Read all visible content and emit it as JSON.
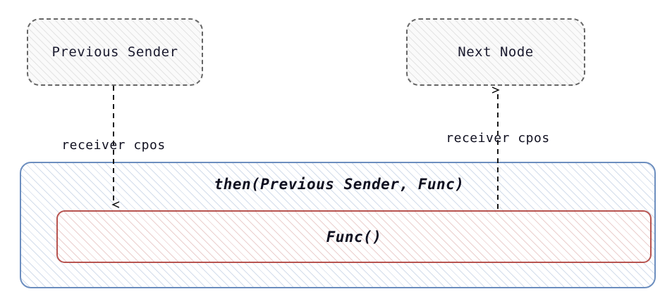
{
  "diagram": {
    "title_text": "then(Previous Sender, Func)",
    "colors": {
      "blue_border": "#6c8ebf",
      "red_border": "#b85450",
      "dashed_border": "#666666",
      "text": "#101020",
      "background": "#ffffff"
    },
    "nodes": {
      "previous_sender": {
        "label": "Previous Sender"
      },
      "next_node": {
        "label": "Next Node"
      },
      "then_container": {
        "label": "then(Previous Sender, Func)"
      },
      "func_box": {
        "label": "Func()"
      }
    },
    "edges": {
      "incoming": {
        "label": "receiver cpos",
        "direction": "down"
      },
      "outgoing": {
        "label": "receiver cpos",
        "direction": "up"
      }
    }
  }
}
